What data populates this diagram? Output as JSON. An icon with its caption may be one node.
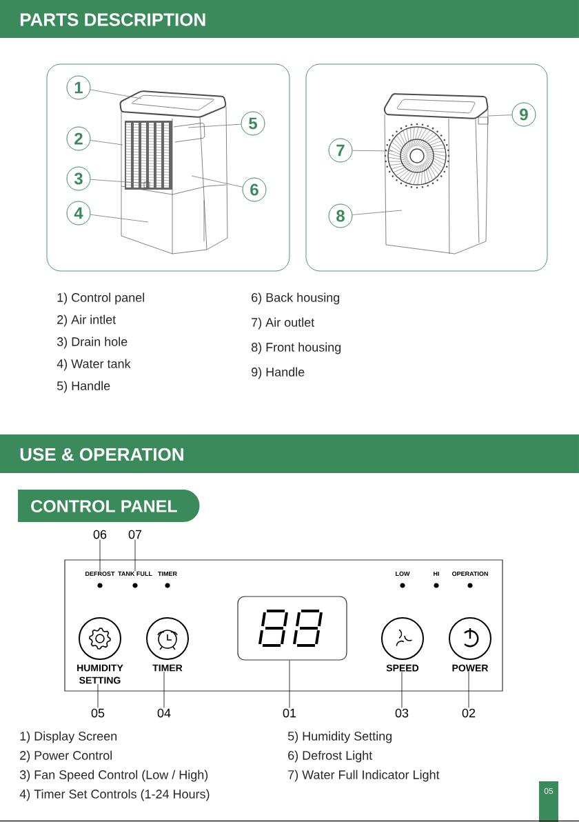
{
  "diagram": {
    "nodes": [
      {
        "text": [
          "PARTS DESCRIPTION"
        ]
      },
      {
        "text": [],
        "shape": "box"
      },
      {
        "text": [
          "1"
        ],
        "in": 1
      },
      {
        "text": [
          "2"
        ],
        "in": 1
      },
      {
        "text": [
          "3"
        ],
        "in": 1
      },
      {
        "text": [
          "4"
        ],
        "in": 1
      },
      {
        "text": [
          "5"
        ],
        "in": 1
      },
      {
        "text": [
          "6"
        ],
        "in": 1
      },
      {
        "text": [],
        "shape": "box"
      },
      {
        "text": [
          "7"
        ],
        "in": 8
      },
      {
        "text": [
          "8"
        ],
        "in": 8
      },
      {
        "text": [
          "9"
        ],
        "in": 8
      },
      {
        "text": [
          "USE & OPERATION"
        ]
      },
      {
        "text": [
          "CONTROL PANEL"
        ]
      },
      {
        "text": [
          "06"
        ]
      },
      {
        "text": [
          "07"
        ]
      },
      {
        "text": [],
        "shape": "box"
      },
      {
        "text": [
          "DEFROST"
        ],
        "in": 16
      },
      {
        "text": [
          "TANK FULL"
        ],
        "in": 16
      },
      {
        "text": [
          "TIMER"
        ],
        "in": 16
      },
      {
        "text": [
          "LOW"
        ],
        "in": 16
      },
      {
        "text": [
          "HI"
        ],
        "in": 16
      },
      {
        "text": [
          "OPERATION"
        ],
        "in": 16
      },
      {
        "text": [],
        "shape": "box",
        "in": 16
      },
      {
        "text": [
          "HUMIDITY SETTING"
        ],
        "in": 16
      },
      {
        "text": [
          "TIMER"
        ],
        "in": 16
      },
      {
        "text": [
          "SPEED"
        ],
        "in": 16
      },
      {
        "text": [
          "POWER"
        ],
        "in": 16
      },
      {
        "text": [
          "05"
        ]
      },
      {
        "text": [
          "04"
        ]
      },
      {
        "text": [
          "01"
        ]
      },
      {
        "text": [
          "03"
        ]
      },
      {
        "text": [
          "02"
        ]
      },
      {
        "text": [
          "05"
        ]
      }
    ],
    "edges": [
      {
        "from": 2,
        "to": null,
        "arrow": "none"
      },
      {
        "from": 3,
        "to": null,
        "arrow": "none"
      },
      {
        "from": 4,
        "to": null,
        "arrow": "none"
      },
      {
        "from": 5,
        "to": null,
        "arrow": "none"
      },
      {
        "from": 6,
        "to": null,
        "arrow": "none"
      },
      {
        "from": 7,
        "to": null,
        "arrow": "none"
      },
      {
        "from": 9,
        "to": null,
        "arrow": "none"
      },
      {
        "from": 10,
        "to": null,
        "arrow": "none"
      },
      {
        "from": 11,
        "to": null,
        "arrow": "none"
      },
      {
        "from": 14,
        "to": 17,
        "arrow": "none",
        "color": "#000000"
      },
      {
        "from": 15,
        "to": 18,
        "arrow": "none",
        "color": "#000000"
      },
      {
        "from": 28,
        "to": 24,
        "arrow": "none",
        "color": "#000000"
      },
      {
        "from": 29,
        "to": 25,
        "arrow": "none",
        "color": "#000000"
      },
      {
        "from": 30,
        "to": 23,
        "arrow": "none",
        "color": "#000000"
      },
      {
        "from": 31,
        "to": 26,
        "arrow": "none",
        "color": "#000000"
      },
      {
        "from": 32,
        "to": 27,
        "arrow": "none",
        "color": "#000000"
      }
    ],
    "labels": [
      "1) Control panel",
      "2) Air intlet",
      "3) Drain hole",
      "4) Water tank",
      "5) Handle",
      "6) Back housing",
      "7) Air outlet",
      "8) Front housing",
      "9) Handle",
      "1) Display Screen",
      "2) Power Control",
      "3) Fan Speed Control (Low / High)",
      "4) Timer Set Controls (1-24 Hours)",
      "5) Humidity Setting",
      "6) Defrost Light",
      "7) Water Full Indicator Light"
    ]
  }
}
